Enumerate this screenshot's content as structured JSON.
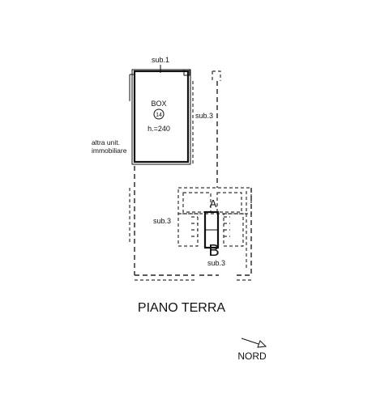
{
  "plan": {
    "box": {
      "unit_label": "sub.1",
      "name": "BOX",
      "number": "14",
      "height": "h.=240"
    },
    "labels": {
      "sub3_right": "sub.3",
      "sub3_left": "sub.3",
      "sub3_bottom": "sub.3",
      "other_unit_line1": "altra unit.",
      "other_unit_line2": "immobiliare",
      "stair_a": "A",
      "stair_b": "B"
    },
    "floor_title": "PIANO TERRA",
    "north_label": "NORD"
  }
}
